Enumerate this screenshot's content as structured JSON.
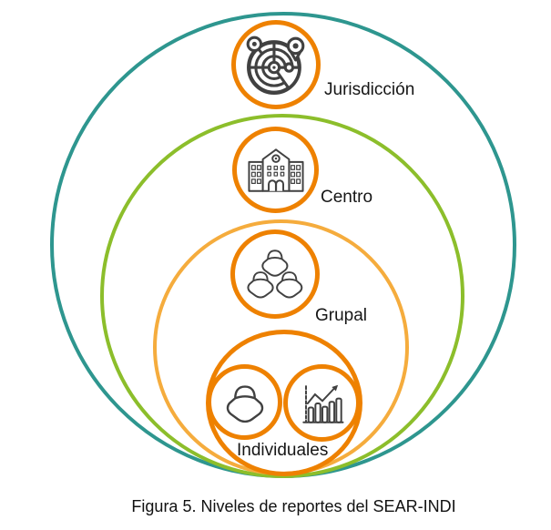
{
  "figure": {
    "caption": "Figura 5. Niveles de reportes del SEAR-INDI",
    "levels": [
      {
        "id": "jurisdiccion",
        "label": "Jurisdicción",
        "icon": "radar-map-icon",
        "ring_color": "#2E968F"
      },
      {
        "id": "centro",
        "label": "Centro",
        "icon": "building-icon",
        "ring_color": "#8CBE2B"
      },
      {
        "id": "grupal",
        "label": "Grupal",
        "icon": "group-people-icon",
        "ring_color": "#F5AC3D"
      },
      {
        "id": "individuales",
        "label": "Individuales",
        "icons": [
          "person-icon",
          "bar-chart-icon"
        ],
        "ring_color": "#EE8100"
      }
    ],
    "colors": {
      "badge_ring": "#EE8100",
      "icon_stroke": "#414141",
      "label_text": "#161616",
      "background": "#FFFFFF"
    }
  }
}
